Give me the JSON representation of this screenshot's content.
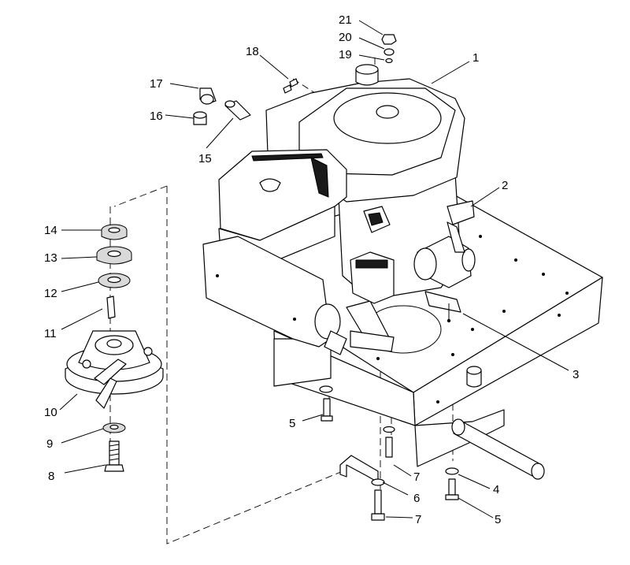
{
  "callouts": [
    {
      "id": "c1",
      "text": "1"
    },
    {
      "id": "c2",
      "text": "2"
    },
    {
      "id": "c3",
      "text": "3"
    },
    {
      "id": "c4",
      "text": "4"
    },
    {
      "id": "c5a",
      "text": "5"
    },
    {
      "id": "c5b",
      "text": "5"
    },
    {
      "id": "c6",
      "text": "6"
    },
    {
      "id": "c7a",
      "text": "7"
    },
    {
      "id": "c7b",
      "text": "7"
    },
    {
      "id": "c8",
      "text": "8"
    },
    {
      "id": "c9",
      "text": "9"
    },
    {
      "id": "c10",
      "text": "10"
    },
    {
      "id": "c11",
      "text": "11"
    },
    {
      "id": "c12",
      "text": "12"
    },
    {
      "id": "c13",
      "text": "13"
    },
    {
      "id": "c14",
      "text": "14"
    },
    {
      "id": "c15",
      "text": "15"
    },
    {
      "id": "c16",
      "text": "16"
    },
    {
      "id": "c17",
      "text": "17"
    },
    {
      "id": "c18",
      "text": "18"
    },
    {
      "id": "c19",
      "text": "19"
    },
    {
      "id": "c20",
      "text": "20"
    },
    {
      "id": "c21",
      "text": "21"
    }
  ]
}
